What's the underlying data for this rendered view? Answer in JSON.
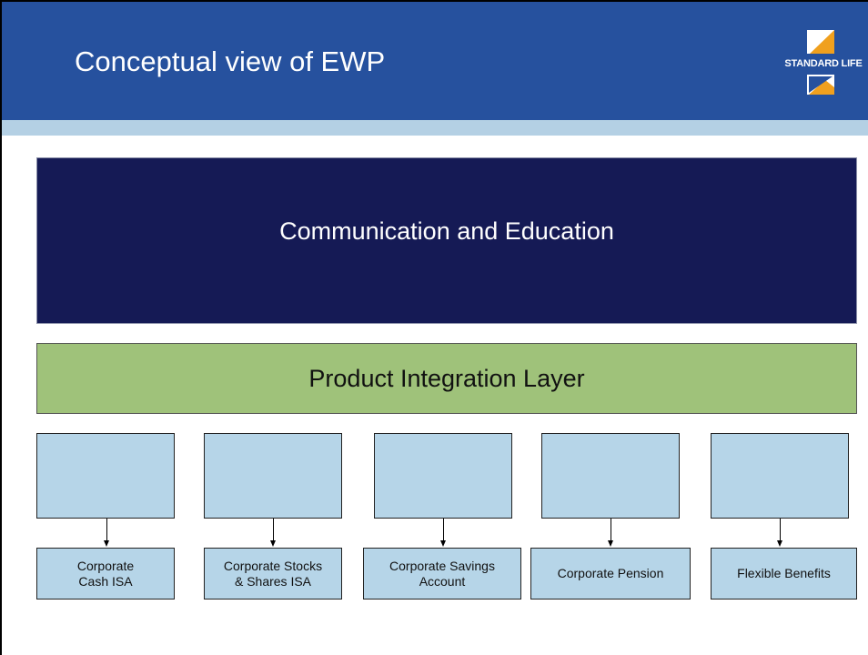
{
  "slide": {
    "title": "Conceptual view of EWP",
    "logo_text": "STANDARD LIFE",
    "colors": {
      "header": "#26519e",
      "header_strip": "#b4d0e4",
      "communication_box": "#151a55",
      "integration_layer": "#9fc27a",
      "product_boxes": "#b6d5e8"
    }
  },
  "diagram": {
    "communication_label": "Communication and Education",
    "integration_label": "Product Integration Layer",
    "products": [
      {
        "label": "Corporate\nCash ISA"
      },
      {
        "label": "Corporate Stocks\n& Shares ISA"
      },
      {
        "label": "Corporate Savings\nAccount"
      },
      {
        "label": "Corporate Pension"
      },
      {
        "label": "Flexible Benefits"
      }
    ]
  }
}
